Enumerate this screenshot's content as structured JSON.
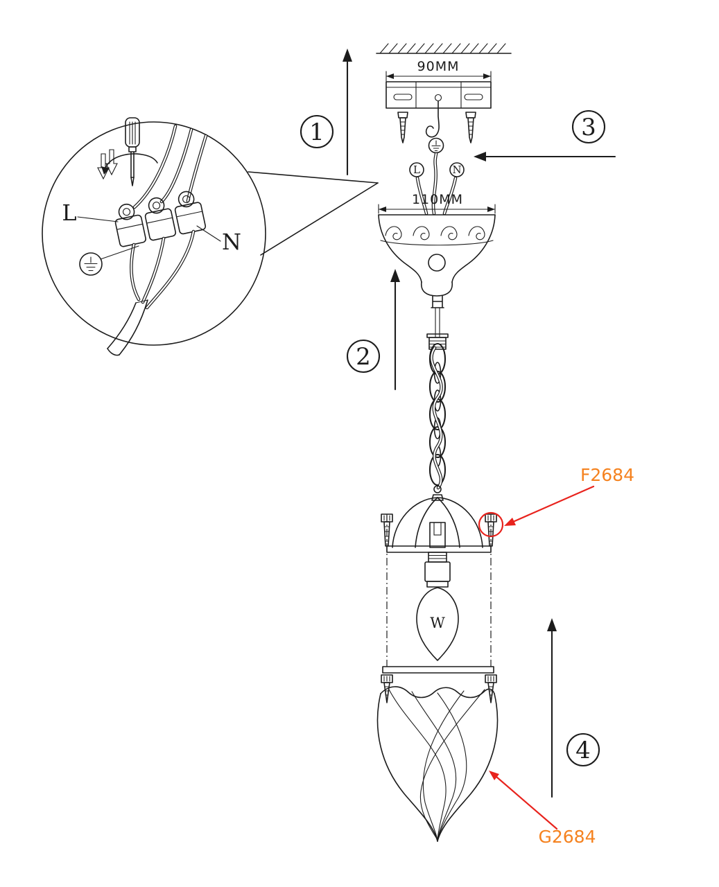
{
  "diagram": {
    "type": "pendant-lamp-installation-instructions",
    "background": "#ffffff",
    "line_color": "#1c1c1c",
    "highlight_color": "#e8231d",
    "part_label_color": "#f5821f"
  },
  "dimensions": {
    "bracket": "90MM",
    "canopy": "110MM"
  },
  "terminals": {
    "live": "L",
    "neutral": "N"
  },
  "detail": {
    "live": "L",
    "neutral": "N"
  },
  "bulb": {
    "wattage_mark": "W"
  },
  "parts": {
    "fixing_screw": "F2684",
    "glass_shade": "G2684"
  },
  "steps": {
    "s1": "1",
    "s2": "2",
    "s3": "3",
    "s4": "4"
  }
}
